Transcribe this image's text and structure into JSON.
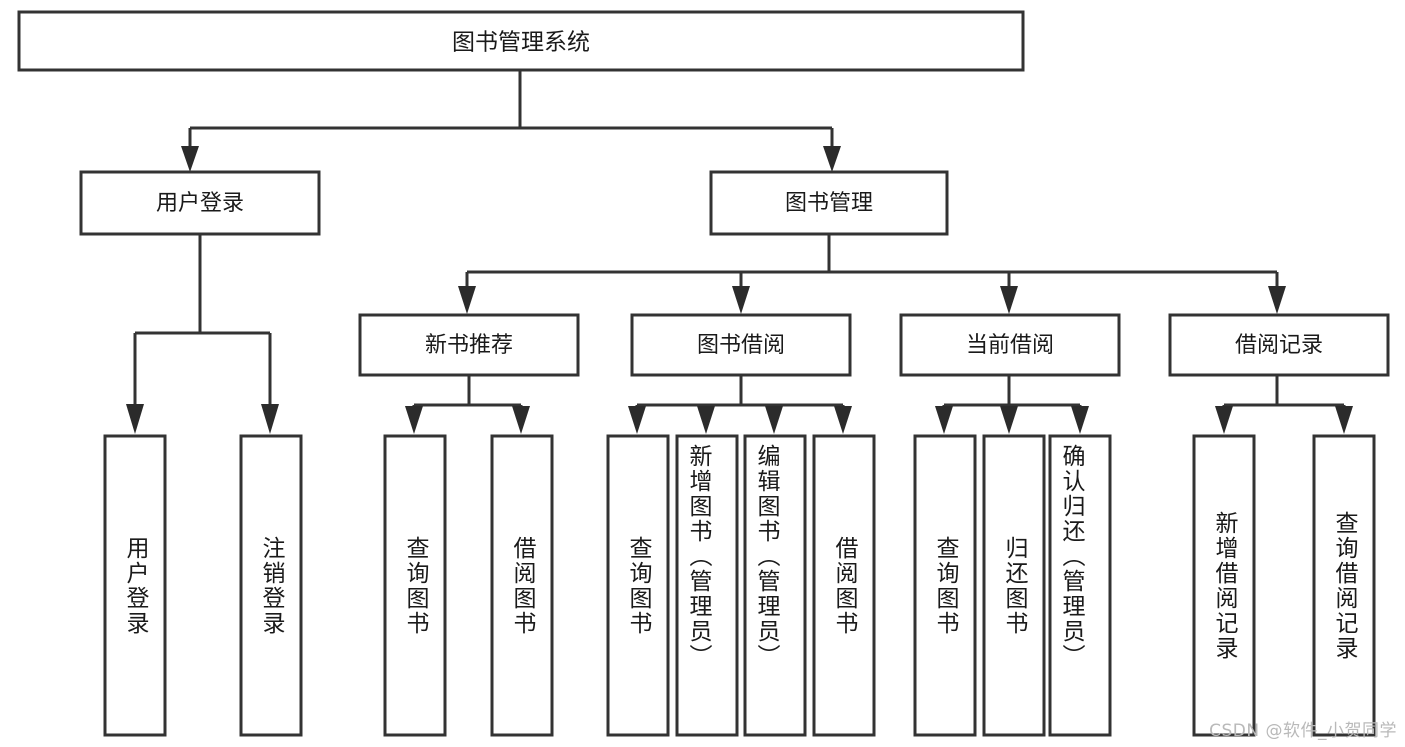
{
  "diagram": {
    "type": "tree-hierarchy",
    "orientation": "top-down",
    "root": {
      "label": "图书管理系统"
    },
    "level1": [
      {
        "label": "用户登录"
      },
      {
        "label": "图书管理"
      }
    ],
    "level2": [
      {
        "label": "新书推荐"
      },
      {
        "label": "图书借阅"
      },
      {
        "label": "当前借阅"
      },
      {
        "label": "借阅记录"
      }
    ],
    "leaves": {
      "user_login": [
        {
          "label": "用户登录"
        },
        {
          "label": "注销登录"
        }
      ],
      "new_book_recommend": [
        {
          "label": "查询图书"
        },
        {
          "label": "借阅图书"
        }
      ],
      "book_borrow": [
        {
          "label": "查询图书"
        },
        {
          "label": "新增图书（管理员）"
        },
        {
          "label": "编辑图书（管理员）"
        },
        {
          "label": "借阅图书"
        }
      ],
      "current_borrow": [
        {
          "label": "查询图书"
        },
        {
          "label": "归还图书"
        },
        {
          "label": "确认归还（管理员）"
        }
      ],
      "borrow_record": [
        {
          "label": "新增借阅记录"
        },
        {
          "label": "查询借阅记录"
        }
      ]
    }
  },
  "watermark": {
    "text": "CSDN @软件_小贺同学"
  },
  "colors": {
    "box_stroke": "#333333",
    "text": "#1a1a1a",
    "background": "#ffffff",
    "watermark": "#b9b9b9"
  }
}
